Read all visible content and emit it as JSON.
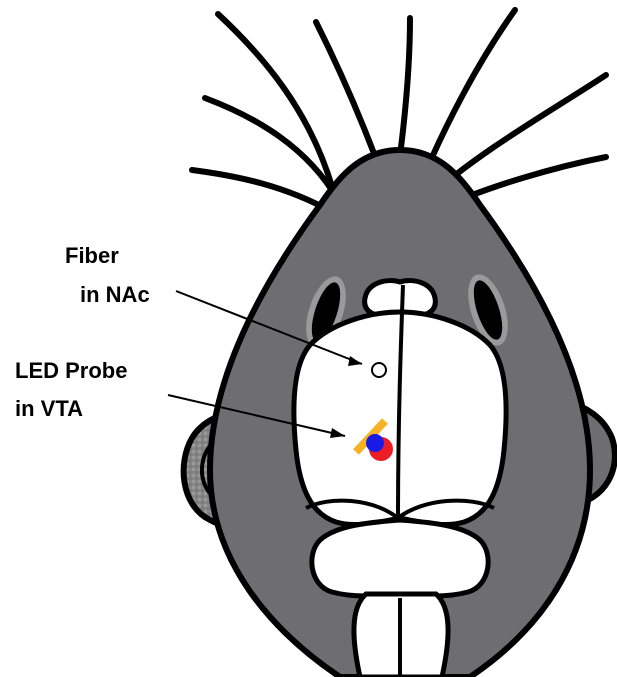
{
  "labels": {
    "fiber_line1": "Fiber",
    "fiber_line2": "in NAc",
    "led_line1": "LED Probe",
    "led_line2": "in VTA"
  },
  "colors": {
    "head": "#6e6e70",
    "outline": "#000000",
    "brain": "#ffffff",
    "left_ear": "#8a8a8a",
    "led_bar": "#f5b324",
    "red_marker": "#ee1c25",
    "blue_marker": "#1a1ae6",
    "eye_highlight": "#9a9a9a"
  },
  "icons": {
    "diagram": "mouse-head-top-view"
  }
}
